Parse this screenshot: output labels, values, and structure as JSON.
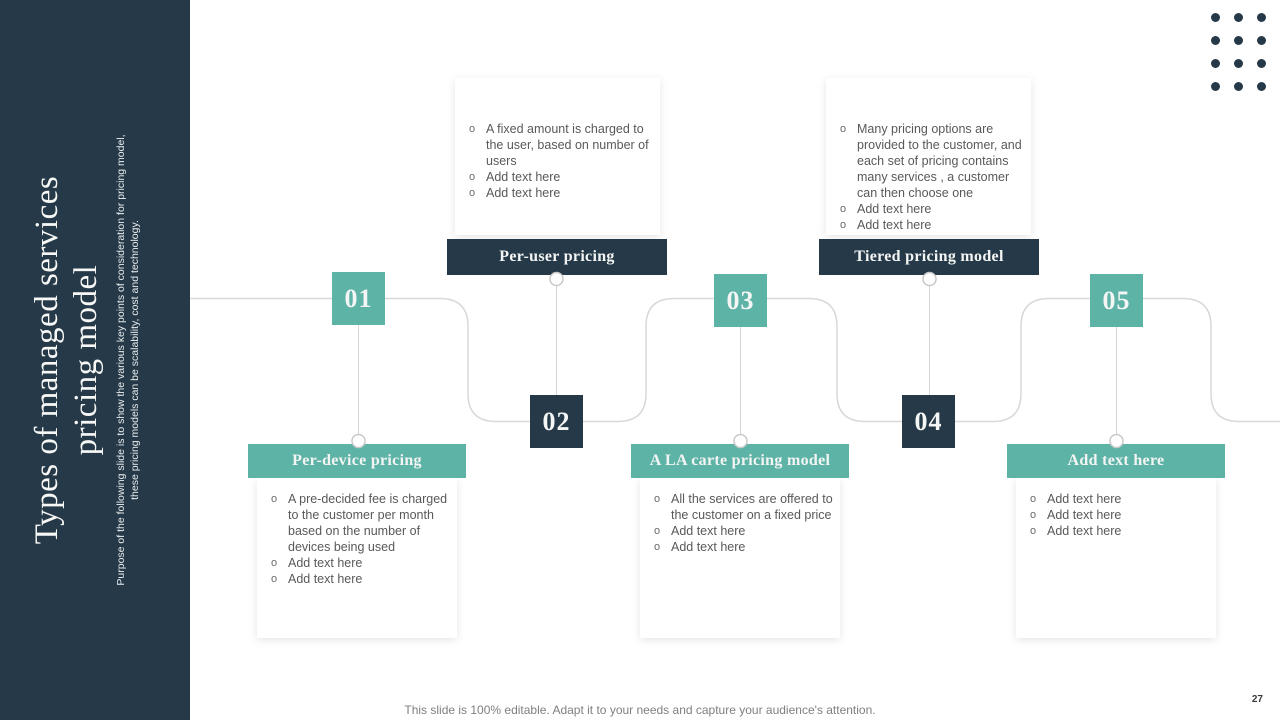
{
  "slide": {
    "title": "Types of managed services pricing model",
    "subtitle": "Purpose of the following slide is to show the various key points of consideration for pricing model, these pricing models can be scalability, cost and technology.",
    "footer": "This slide is 100% editable. Adapt it to your needs and capture your audience's attention.",
    "page_number": "27"
  },
  "ui": {
    "bullet_char": "o",
    "colors": {
      "teal_accent": "#5eb3a7",
      "navy_accent": "#263948",
      "connector_line": "#d8d8d8",
      "body_text": "#595959",
      "footer_text": "#7f7f7f"
    },
    "decoration": "dots-grid-3x4"
  },
  "sections": [
    {
      "number": "01",
      "label": "Per-device pricing",
      "position": "bottom",
      "accent": "teal",
      "bullets": [
        "A pre-decided  fee is charged to the customer per month based on the number of devices  being used",
        "Add text here",
        "Add text here"
      ]
    },
    {
      "number": "02",
      "label": "Per-user pricing",
      "position": "top",
      "accent": "navy",
      "bullets": [
        "A fixed  amount  is charged to the user, based on number  of users",
        "Add text here",
        "Add text here"
      ]
    },
    {
      "number": "03",
      "label": "A LA carte pricing model",
      "position": "bottom",
      "accent": "teal",
      "bullets": [
        "All the  services  are offered  to the customer on a fixed  price",
        "Add text here",
        "Add text here"
      ]
    },
    {
      "number": "04",
      "label": "Tiered pricing model",
      "position": "top",
      "accent": "navy",
      "bullets": [
        "Many pricing  options  are provided  to the customer, and each set of pricing  contains many services  , a customer can then choose  one",
        "Add text here",
        "Add text here"
      ]
    },
    {
      "number": "05",
      "label": "Add text here",
      "position": "bottom",
      "accent": "teal",
      "bullets": [
        "Add text here",
        "Add text here",
        "Add text here"
      ]
    }
  ]
}
